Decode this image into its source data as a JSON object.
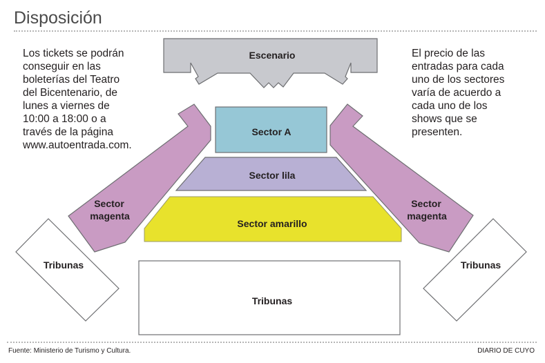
{
  "header": {
    "title": "Disposición"
  },
  "notes": {
    "left": "Los tickets se podrán\nconseguir en las\nboleterías del Teatro\ndel Bicentenario, de\nlunes a viernes de\n10:00 a 18:00 o a\ntravés de la página\nwww.autoentrada.com.",
    "right": "El precio de las\nentradas para cada\nuno de los sectores\nvaría de acuerdo a\ncada uno de los\nshows que se\npresenten."
  },
  "sectors": {
    "stage": {
      "label": "Escenario",
      "color": "#c8c9ce"
    },
    "sector_a": {
      "label": "Sector A",
      "color": "#96c7d6"
    },
    "sector_lila": {
      "label": "Sector lila",
      "color": "#b8b0d4"
    },
    "sector_amarillo": {
      "label": "Sector amarillo",
      "color": "#e8e22c"
    },
    "sector_magenta_left": {
      "label_line1": "Sector",
      "label_line2": "magenta",
      "color": "#c99bc3"
    },
    "sector_magenta_right": {
      "label_line1": "Sector",
      "label_line2": "magenta",
      "color": "#c99bc3"
    },
    "tribuna_left": {
      "label": "Tribunas",
      "color": "#ffffff"
    },
    "tribuna_center": {
      "label": "Tribunas",
      "color": "#ffffff"
    },
    "tribuna_right": {
      "label": "Tribunas",
      "color": "#ffffff"
    },
    "outline_color": "#6d6e71"
  },
  "footer": {
    "source": "Fuente: Ministerio de Turismo y Cultura.",
    "credit": "DIARIO DE CUYO"
  }
}
